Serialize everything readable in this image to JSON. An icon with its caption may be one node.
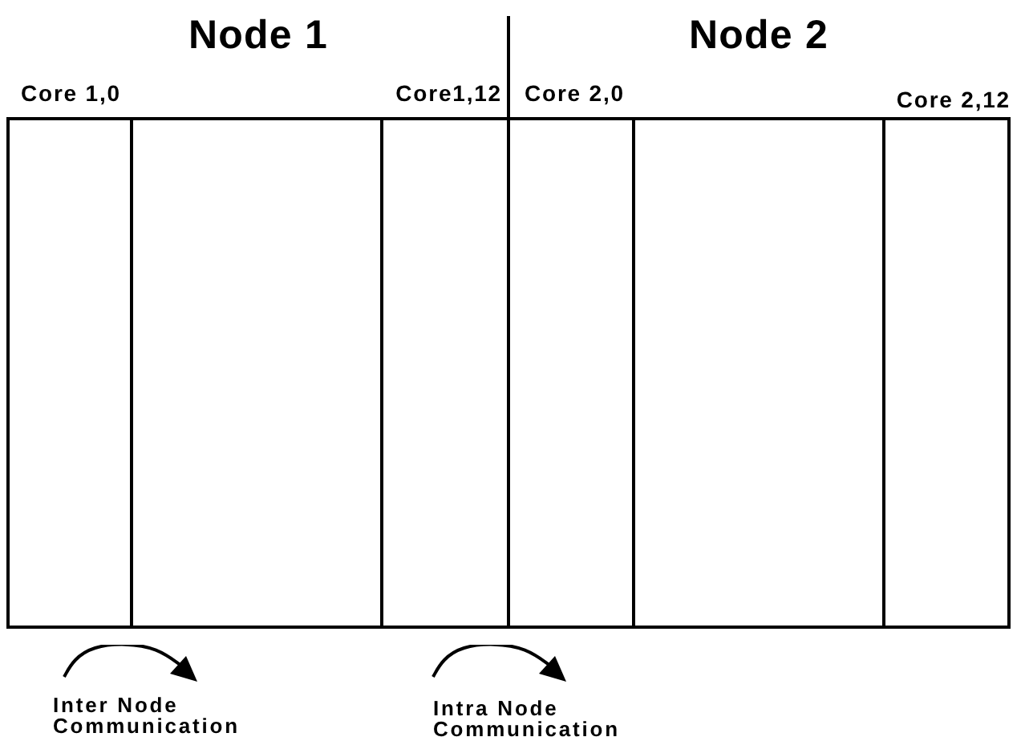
{
  "diagram": {
    "nodes": [
      {
        "text": [
          "Node 1"
        ]
      },
      {
        "text": [
          "Core 1,0"
        ],
        "in": 0
      },
      {
        "text": [],
        "shape": "box",
        "in": 0
      },
      {
        "text": [
          "Core1,12"
        ],
        "in": 0
      },
      {
        "text": [
          "Node 2"
        ]
      },
      {
        "text": [
          "Core 2,0"
        ],
        "in": 4
      },
      {
        "text": [],
        "shape": "box",
        "in": 4
      },
      {
        "text": [
          "Core 2,12"
        ],
        "in": 4
      }
    ],
    "legend": [
      {
        "text": "Inter Node Communication"
      },
      {
        "text": "Intra Node Communication"
      }
    ]
  }
}
